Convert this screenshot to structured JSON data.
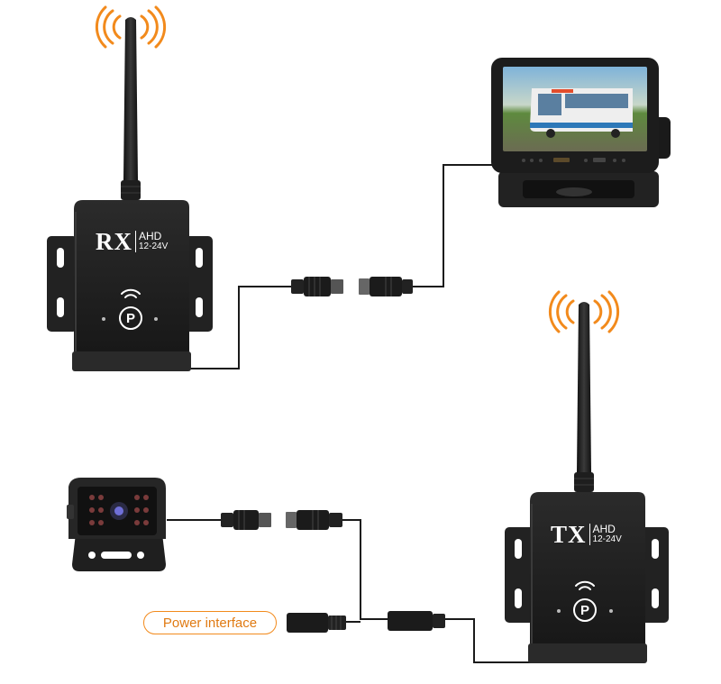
{
  "rx_unit": {
    "name": "RX",
    "type": "AHD",
    "voltage": "12-24V",
    "badge": "P"
  },
  "tx_unit": {
    "name": "TX",
    "type": "AHD",
    "voltage": "12-24V",
    "badge": "P"
  },
  "power_label": "Power interface",
  "colors": {
    "signal": "#f28a1c",
    "cable": "#1a1a1a",
    "device": "#202020",
    "label_border": "#f28a1c",
    "label_text": "#e07a12"
  },
  "icons": {
    "signal": "wifi-waves-icon",
    "badge": "parking-p-icon"
  }
}
